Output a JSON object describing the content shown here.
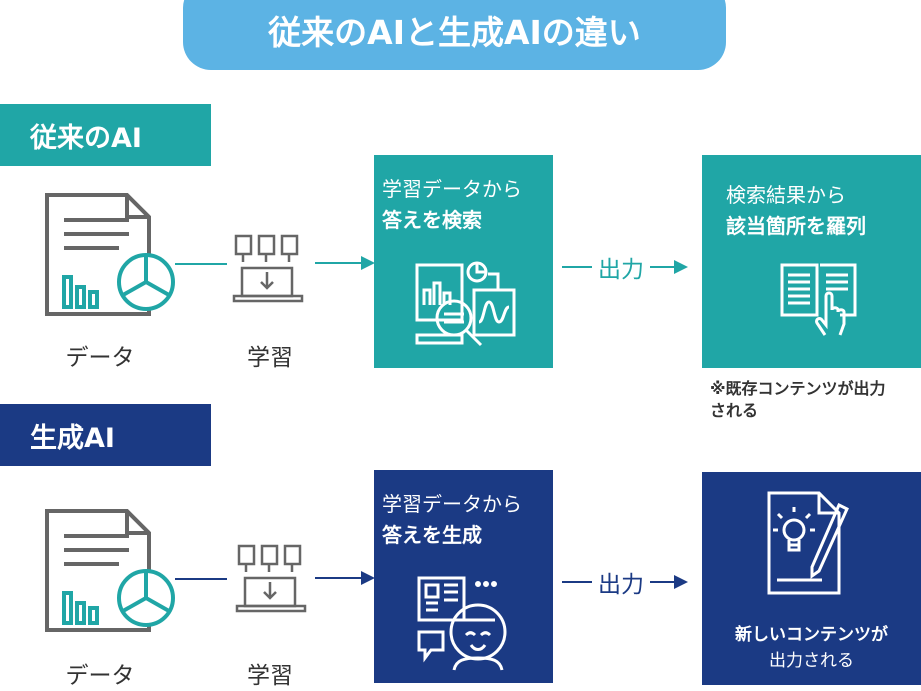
{
  "title": "従来のAIと生成AIの違い",
  "colors": {
    "teal": "#20a6a6",
    "navy": "#1b3a84",
    "pill": "#5cb3e4"
  },
  "traditional": {
    "label": "従来のAI",
    "data_label": "データ",
    "learn_label": "学習",
    "process": {
      "line1": "学習データから",
      "line2": "答えを検索"
    },
    "output_label": "出力",
    "result": {
      "line1": "検索結果から",
      "line2": "該当箇所を羅列"
    },
    "note": [
      "※既存コンテンツが出力",
      "される"
    ]
  },
  "generative": {
    "label": "生成AI",
    "data_label": "データ",
    "learn_label": "学習",
    "process": {
      "line1": "学習データから",
      "line2": "答えを生成"
    },
    "output_label": "出力",
    "result": {
      "line1": "新しいコンテンツが",
      "line2": "出力される"
    }
  }
}
